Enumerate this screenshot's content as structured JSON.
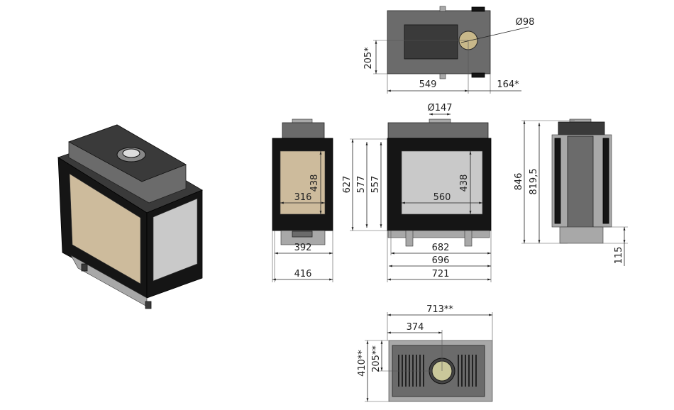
{
  "top_view": {
    "width_549": "549",
    "offset_164": "164*",
    "depth_205": "205*",
    "flue_diameter": "Ø98"
  },
  "front_view": {
    "flue_diameter": "Ø147",
    "glass_height": "438",
    "glass_width": "560",
    "h627": "627",
    "h577": "577",
    "h557": "557",
    "w682": "682",
    "w696": "696",
    "w721": "721"
  },
  "side_view": {
    "glass_height": "438",
    "glass_width": "316",
    "w392": "392",
    "w416": "416"
  },
  "right_view": {
    "h846": "846",
    "h819": "819,5",
    "h115": "115"
  },
  "bottom_view": {
    "w713": "713**",
    "w374": "374",
    "d410": "410**",
    "d205": "205**"
  }
}
